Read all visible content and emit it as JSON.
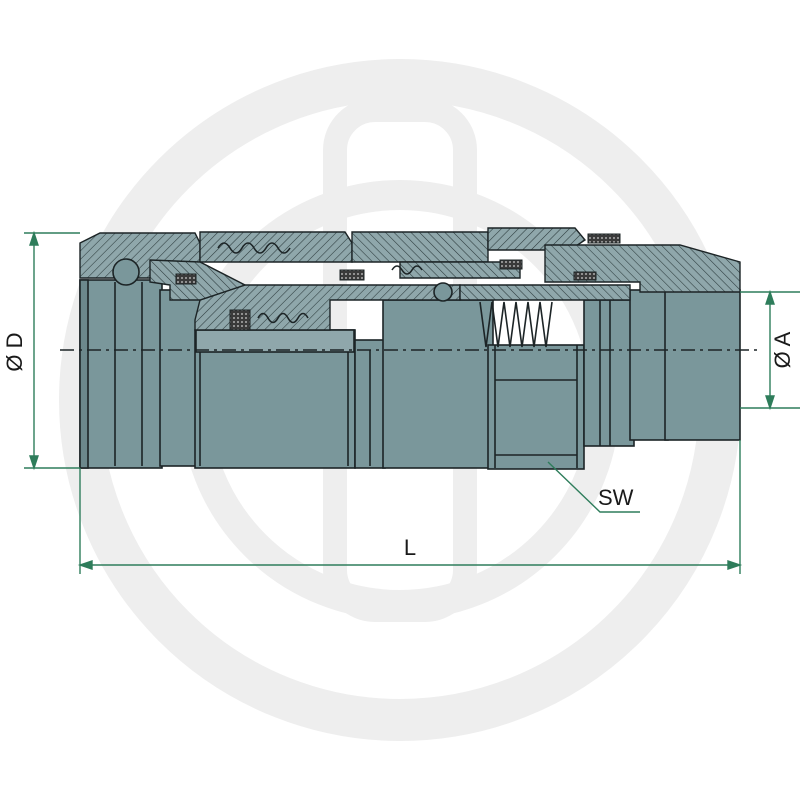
{
  "diagram": {
    "labels": {
      "outer_diameter": "Ø D",
      "port_diameter": "Ø A",
      "wrench_size": "SW",
      "length": "L"
    },
    "colors": {
      "body_fill": "#7a979b",
      "hatch_fill": "#8fa7ab",
      "outline": "#1c2426",
      "dimension_line": "#2e7d5b",
      "watermark": "#eeeeee",
      "seal": "#1a1a1a"
    },
    "watermark_icon": "circular-logo-watermark"
  }
}
